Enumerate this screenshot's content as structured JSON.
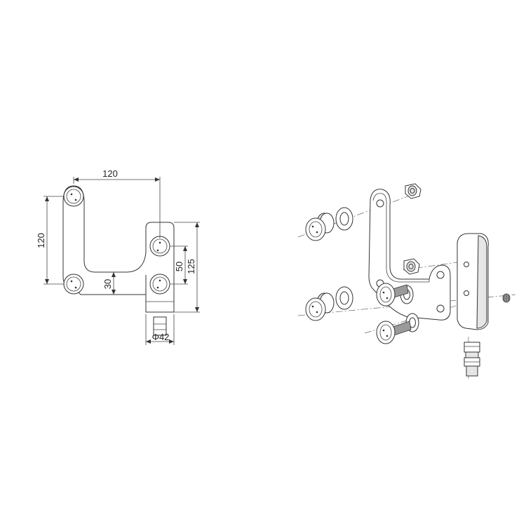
{
  "dimensions": {
    "top_width": "120",
    "left_height": "120",
    "inner_height": "50",
    "total_height": "125",
    "arm_width": "30",
    "diameter": "Φ42"
  }
}
